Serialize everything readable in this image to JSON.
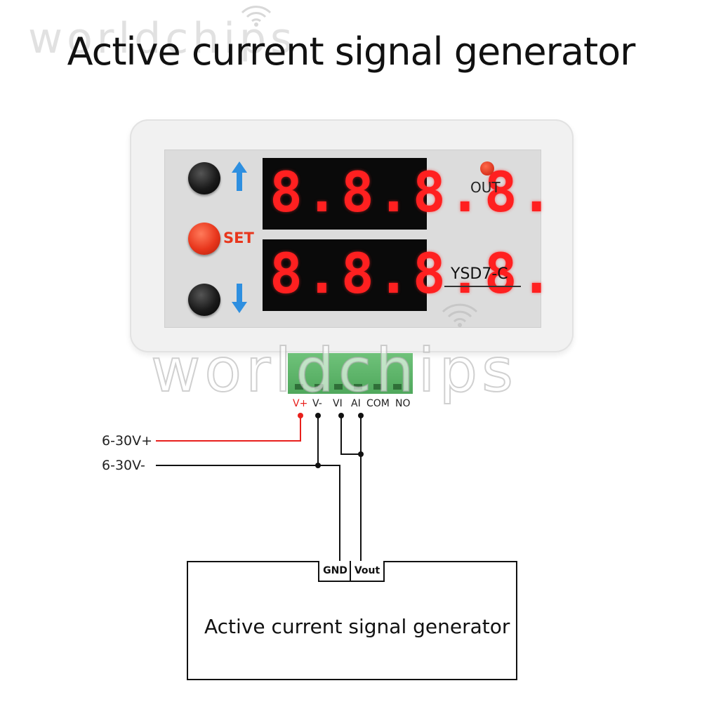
{
  "title": "Active current signal generator",
  "watermark": "worldchips",
  "module": {
    "set_label": "SET",
    "top_display": "8.8.8.8.",
    "bottom_display": "8.8.8.8.",
    "out_label": "OUT",
    "model": "YSD7-C"
  },
  "terminals": [
    "V+",
    "V-",
    "VI",
    "AI",
    "COM",
    "NO"
  ],
  "wires": {
    "positive_label": "6-30V+",
    "negative_label": "6-30V-",
    "positive_color": "#e8201c",
    "negative_color": "#111111"
  },
  "device": {
    "label": "Active current signal generator",
    "ports": [
      "GND",
      "Vout"
    ]
  },
  "icons": [
    "up-arrow-icon",
    "down-arrow-icon",
    "wifi-icon"
  ]
}
